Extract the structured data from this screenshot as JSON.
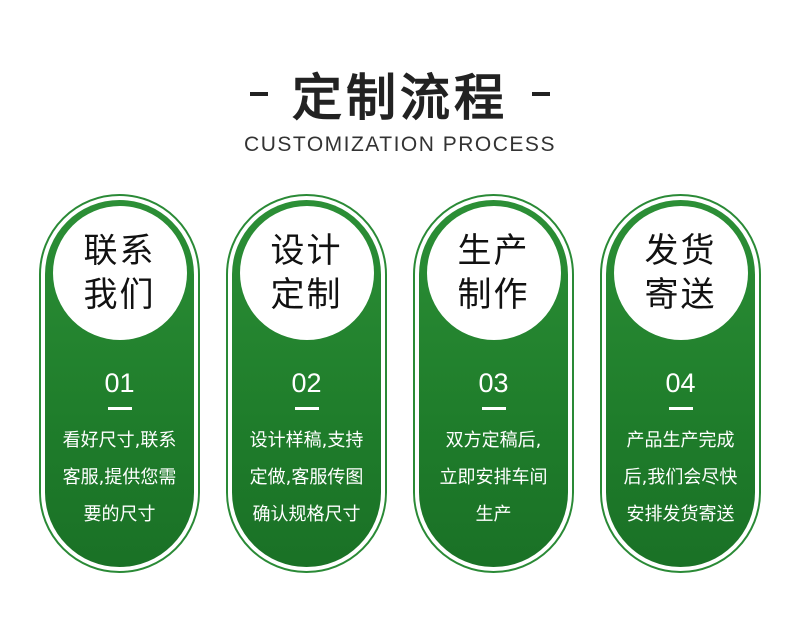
{
  "header": {
    "dash_left": "-",
    "title": "定制流程",
    "dash_right": "-",
    "subtitle": "CUSTOMIZATION PROCESS"
  },
  "steps": [
    {
      "title_lines": [
        "联系",
        "我们"
      ],
      "number": "01",
      "desc_lines": [
        "看好尺寸,联系",
        "客服,提供您需",
        "要的尺寸"
      ]
    },
    {
      "title_lines": [
        "设计",
        "定制"
      ],
      "number": "02",
      "desc_lines": [
        "设计样稿,支持",
        "定做,客服传图",
        "确认规格尺寸"
      ]
    },
    {
      "title_lines": [
        "生产",
        "制作"
      ],
      "number": "03",
      "desc_lines": [
        "双方定稿后,",
        "立即安排车间",
        "生产"
      ]
    },
    {
      "title_lines": [
        "发货",
        "寄送"
      ],
      "number": "04",
      "desc_lines": [
        "产品生产完成",
        "后,我们会尽快",
        "安排发货寄送"
      ]
    }
  ],
  "colors": {
    "green": "#1f7d2b",
    "title": "#222222"
  }
}
